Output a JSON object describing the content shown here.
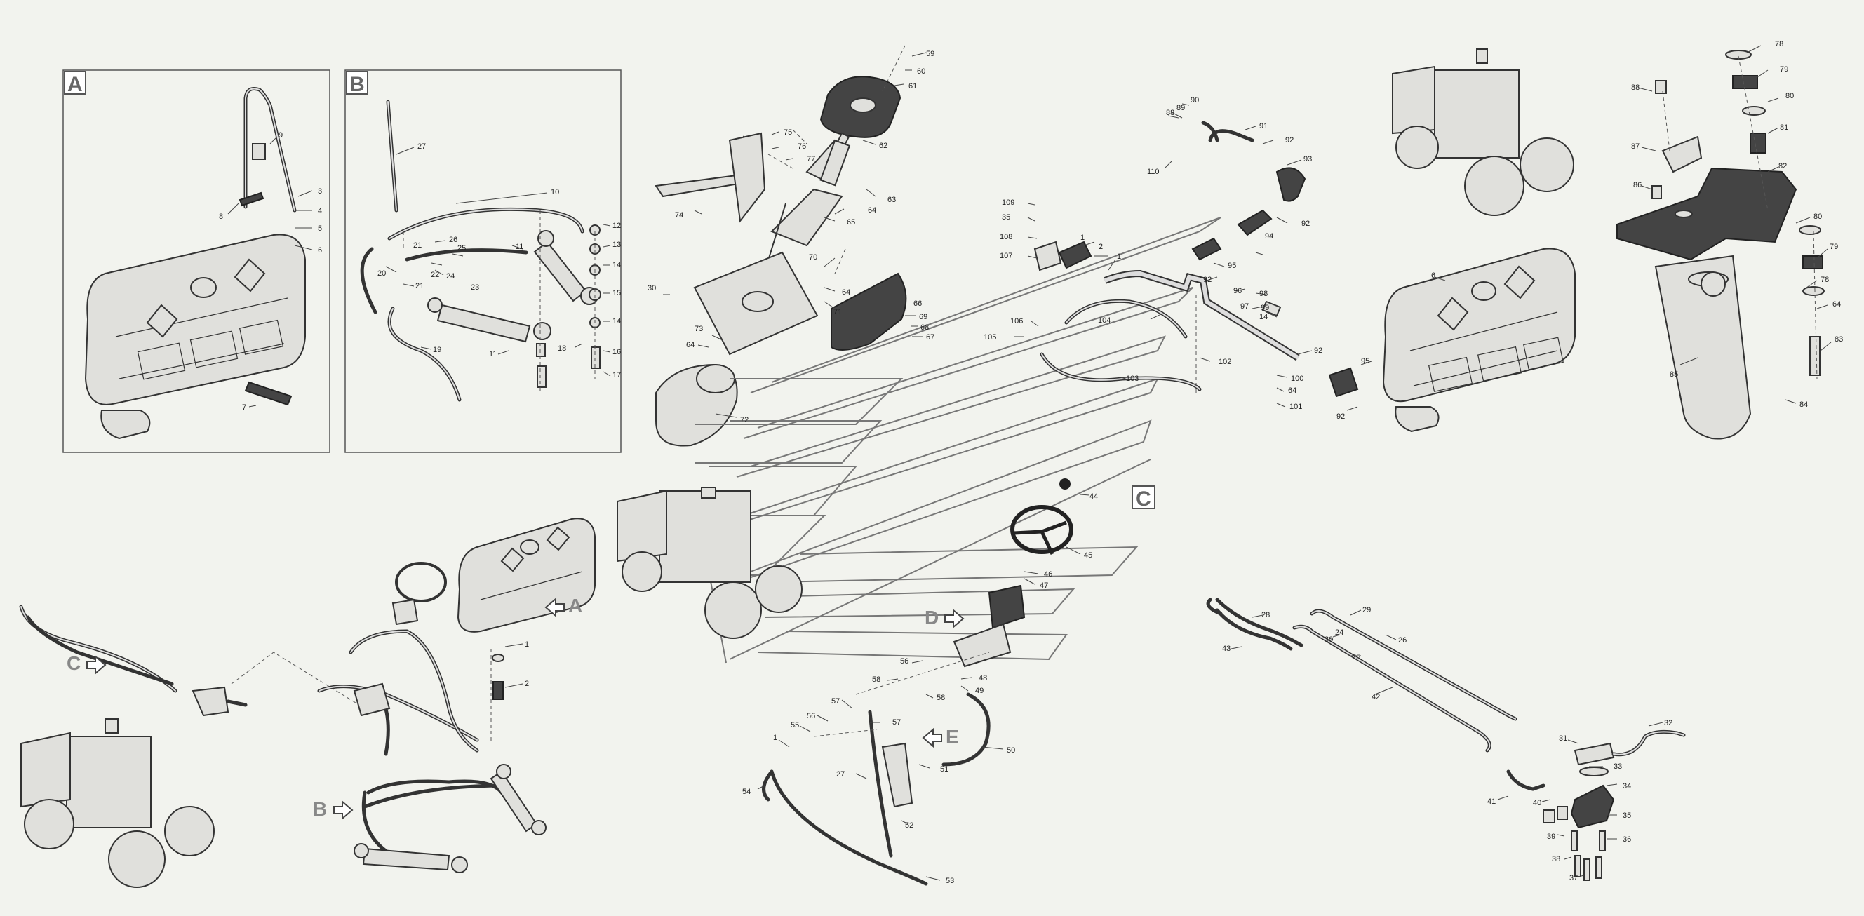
{
  "insets": {
    "a": "A",
    "b": "B",
    "c": "C"
  },
  "arrows": {
    "a": "A",
    "b": "B",
    "c": "C",
    "d": "D",
    "e": "E"
  },
  "callouts": [
    {
      "id": "c1",
      "t": "59"
    },
    {
      "id": "c2",
      "t": "60"
    },
    {
      "id": "c3",
      "t": "61"
    },
    {
      "id": "c4",
      "t": "62"
    },
    {
      "id": "c5",
      "t": "75"
    },
    {
      "id": "c6",
      "t": "76"
    },
    {
      "id": "c7",
      "t": "77"
    },
    {
      "id": "c8",
      "t": "63"
    },
    {
      "id": "c9",
      "t": "64"
    },
    {
      "id": "c10",
      "t": "65"
    },
    {
      "id": "c11",
      "t": "74"
    },
    {
      "id": "c12",
      "t": "70"
    },
    {
      "id": "c13",
      "t": "64"
    },
    {
      "id": "c14",
      "t": "71"
    },
    {
      "id": "c15",
      "t": "66"
    },
    {
      "id": "c16",
      "t": "69"
    },
    {
      "id": "c17",
      "t": "68"
    },
    {
      "id": "c18",
      "t": "67"
    },
    {
      "id": "c19",
      "t": "30"
    },
    {
      "id": "c20",
      "t": "73"
    },
    {
      "id": "c21",
      "t": "64"
    },
    {
      "id": "c22",
      "t": "72"
    },
    {
      "id": "c23",
      "t": "9"
    },
    {
      "id": "c24",
      "t": "3"
    },
    {
      "id": "c25",
      "t": "4"
    },
    {
      "id": "c26",
      "t": "5"
    },
    {
      "id": "c27",
      "t": "6"
    },
    {
      "id": "c28",
      "t": "8"
    },
    {
      "id": "c29",
      "t": "7"
    },
    {
      "id": "c30",
      "t": "27"
    },
    {
      "id": "c31",
      "t": "10"
    },
    {
      "id": "c32",
      "t": "12"
    },
    {
      "id": "c33",
      "t": "13"
    },
    {
      "id": "c34",
      "t": "14"
    },
    {
      "id": "c35",
      "t": "15"
    },
    {
      "id": "c36",
      "t": "14"
    },
    {
      "id": "c37",
      "t": "16"
    },
    {
      "id": "c38",
      "t": "17"
    },
    {
      "id": "c39",
      "t": "18"
    },
    {
      "id": "c40",
      "t": "11"
    },
    {
      "id": "c41",
      "t": "11"
    },
    {
      "id": "c42",
      "t": "26"
    },
    {
      "id": "c43",
      "t": "25"
    },
    {
      "id": "c44",
      "t": "24"
    },
    {
      "id": "c45",
      "t": "22"
    },
    {
      "id": "c46",
      "t": "23"
    },
    {
      "id": "c47",
      "t": "21"
    },
    {
      "id": "c48",
      "t": "21"
    },
    {
      "id": "c49",
      "t": "20"
    },
    {
      "id": "c50",
      "t": "19"
    },
    {
      "id": "c51",
      "t": "90"
    },
    {
      "id": "c52",
      "t": "89"
    },
    {
      "id": "c53",
      "t": "88"
    },
    {
      "id": "c54",
      "t": "91"
    },
    {
      "id": "c55",
      "t": "92"
    },
    {
      "id": "c56",
      "t": "93"
    },
    {
      "id": "c57",
      "t": "110"
    },
    {
      "id": "c58",
      "t": "92"
    },
    {
      "id": "c59",
      "t": "94"
    },
    {
      "id": "c60",
      "t": "109"
    },
    {
      "id": "c61",
      "t": "35"
    },
    {
      "id": "c62",
      "t": "108"
    },
    {
      "id": "c63",
      "t": "107"
    },
    {
      "id": "c64",
      "t": "2"
    },
    {
      "id": "c65",
      "t": "1"
    },
    {
      "id": "c66",
      "t": "1"
    },
    {
      "id": "c67",
      "t": "92"
    },
    {
      "id": "c68",
      "t": "95"
    },
    {
      "id": "c69",
      "t": "96"
    },
    {
      "id": "c70",
      "t": "98"
    },
    {
      "id": "c71",
      "t": "97"
    },
    {
      "id": "c72",
      "t": "99"
    },
    {
      "id": "c73",
      "t": "14"
    },
    {
      "id": "c74",
      "t": "104"
    },
    {
      "id": "c75",
      "t": "106"
    },
    {
      "id": "c76",
      "t": "105"
    },
    {
      "id": "c77",
      "t": "102"
    },
    {
      "id": "c78",
      "t": "103"
    },
    {
      "id": "c79",
      "t": "100"
    },
    {
      "id": "c80",
      "t": "64"
    },
    {
      "id": "c81",
      "t": "101"
    },
    {
      "id": "c82",
      "t": "92"
    },
    {
      "id": "c83",
      "t": "95"
    },
    {
      "id": "c84",
      "t": "92"
    },
    {
      "id": "c85",
      "t": "6"
    },
    {
      "id": "c86",
      "t": "78"
    },
    {
      "id": "c87",
      "t": "79"
    },
    {
      "id": "c88",
      "t": "88"
    },
    {
      "id": "c89",
      "t": "80"
    },
    {
      "id": "c90",
      "t": "87"
    },
    {
      "id": "c91",
      "t": "81"
    },
    {
      "id": "c92",
      "t": "86"
    },
    {
      "id": "c93",
      "t": "82"
    },
    {
      "id": "c94",
      "t": "80"
    },
    {
      "id": "c95",
      "t": "79"
    },
    {
      "id": "c96",
      "t": "78"
    },
    {
      "id": "c97",
      "t": "64"
    },
    {
      "id": "c98",
      "t": "83"
    },
    {
      "id": "c99",
      "t": "85"
    },
    {
      "id": "c100",
      "t": "84"
    },
    {
      "id": "c101",
      "t": "44"
    },
    {
      "id": "c102",
      "t": "45"
    },
    {
      "id": "c103",
      "t": "46"
    },
    {
      "id": "c104",
      "t": "47"
    },
    {
      "id": "c105",
      "t": "56"
    },
    {
      "id": "c106",
      "t": "58"
    },
    {
      "id": "c107",
      "t": "58"
    },
    {
      "id": "c108",
      "t": "48"
    },
    {
      "id": "c109",
      "t": "49"
    },
    {
      "id": "c110",
      "t": "57"
    },
    {
      "id": "c111",
      "t": "56"
    },
    {
      "id": "c112",
      "t": "57"
    },
    {
      "id": "c113",
      "t": "55"
    },
    {
      "id": "c114",
      "t": "1"
    },
    {
      "id": "c115",
      "t": "50"
    },
    {
      "id": "c116",
      "t": "51"
    },
    {
      "id": "c117",
      "t": "27"
    },
    {
      "id": "c118",
      "t": "54"
    },
    {
      "id": "c119",
      "t": "52"
    },
    {
      "id": "c120",
      "t": "53"
    },
    {
      "id": "c121",
      "t": "1"
    },
    {
      "id": "c122",
      "t": "2"
    },
    {
      "id": "c123",
      "t": "28"
    },
    {
      "id": "c124",
      "t": "43"
    },
    {
      "id": "c125",
      "t": "29"
    },
    {
      "id": "c126",
      "t": "24"
    },
    {
      "id": "c127",
      "t": "30"
    },
    {
      "id": "c128",
      "t": "26"
    },
    {
      "id": "c129",
      "t": "25"
    },
    {
      "id": "c130",
      "t": "42"
    },
    {
      "id": "c131",
      "t": "31"
    },
    {
      "id": "c132",
      "t": "32"
    },
    {
      "id": "c133",
      "t": "33"
    },
    {
      "id": "c134",
      "t": "34"
    },
    {
      "id": "c135",
      "t": "41"
    },
    {
      "id": "c136",
      "t": "40"
    },
    {
      "id": "c137",
      "t": "35"
    },
    {
      "id": "c138",
      "t": "39"
    },
    {
      "id": "c139",
      "t": "36"
    },
    {
      "id": "c140",
      "t": "38"
    },
    {
      "id": "c141",
      "t": "37"
    }
  ]
}
